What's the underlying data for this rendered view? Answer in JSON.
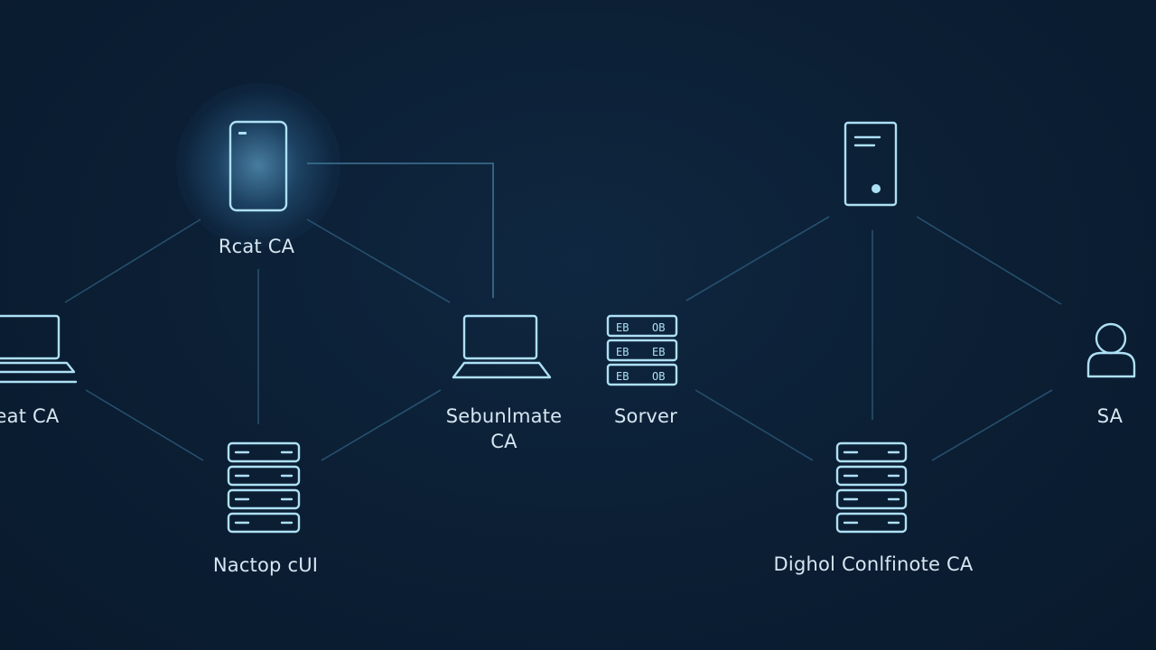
{
  "nodes": {
    "root_ca": {
      "label": "Rcat CA",
      "icon": "device-icon"
    },
    "left_ca": {
      "label": "eat CA",
      "icon": "laptop-icon"
    },
    "subordinate_ca": {
      "label": "Sebunlmate\nCA",
      "icon": "laptop-icon"
    },
    "backup_ca": {
      "label": "Nactop cUI",
      "icon": "server-rack-icon"
    },
    "server": {
      "label": "Sorver",
      "icon": "server-panel-icon"
    },
    "tower": {
      "label": "",
      "icon": "tower-server-icon"
    },
    "user": {
      "label": "SA",
      "icon": "user-icon"
    },
    "digital_ca": {
      "label": "Dighol Conlfinote CA",
      "icon": "server-rack-icon"
    }
  },
  "server_panel_rows": [
    {
      "left": "EB",
      "right": "OB"
    },
    {
      "left": "EB",
      "right": "EB"
    },
    {
      "left": "EB",
      "right": "OB"
    }
  ],
  "colors": {
    "background": "#0b1e33",
    "icon": "#aee0f5",
    "link": "#2c5877",
    "glow": "#78c8f5",
    "text": "#d6e6f2"
  }
}
